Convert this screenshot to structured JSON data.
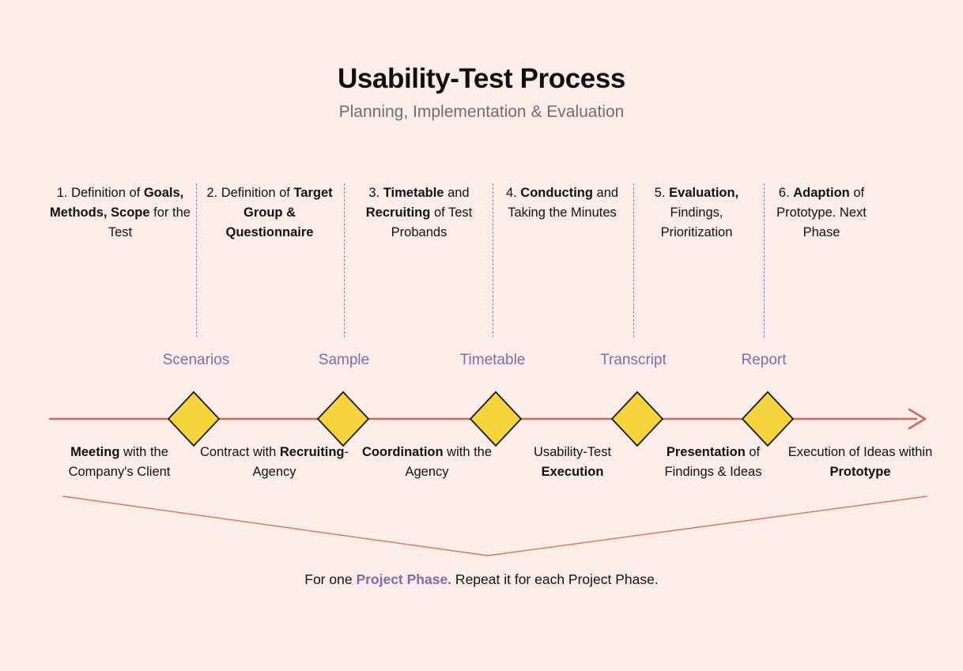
{
  "header": {
    "title": "Usability-Test Process",
    "subtitle": "Planning, Implementation & Evaluation"
  },
  "colors": {
    "background": "#fcede9",
    "title": "#0f0f11",
    "subtitle": "#6e6e73",
    "accent_purple": "#7e6dad",
    "timeline": "#cc6a57",
    "diamond_fill": "#f7d33c",
    "diamond_stroke": "#1b1b1b",
    "dashed_separator": "#8a7ab5"
  },
  "steps": [
    {
      "number": "1.",
      "parts": [
        {
          "text": "1. Definition of ",
          "bold": false
        },
        {
          "text": "Goals, Methods, Scope ",
          "bold": true
        },
        {
          "text": "for the Test",
          "bold": false
        }
      ],
      "plain": "1. Definition of Goals, Methods, Scope for the Test"
    },
    {
      "number": "2.",
      "parts": [
        {
          "text": "2. Definition of ",
          "bold": false
        },
        {
          "text": "Target Group & Questionnaire",
          "bold": true
        }
      ],
      "plain": "2. Definition of Target Group & Questionnaire"
    },
    {
      "number": "3.",
      "parts": [
        {
          "text": "3. ",
          "bold": false
        },
        {
          "text": "Timetable ",
          "bold": true
        },
        {
          "text": "and ",
          "bold": false
        },
        {
          "text": "Recruiting ",
          "bold": true
        },
        {
          "text": "of Test Probands",
          "bold": false
        }
      ],
      "plain": "3. Timetable and Recruiting of Test Probands"
    },
    {
      "number": "4.",
      "parts": [
        {
          "text": "4. ",
          "bold": false
        },
        {
          "text": "Conducting ",
          "bold": true
        },
        {
          "text": "and Taking the Minutes",
          "bold": false
        }
      ],
      "plain": "4. Conducting and Taking the Minutes"
    },
    {
      "number": "5.",
      "parts": [
        {
          "text": "5. ",
          "bold": false
        },
        {
          "text": "Evaluation, ",
          "bold": true
        },
        {
          "text": "Findings, Prioritization",
          "bold": false
        }
      ],
      "plain": "5. Evaluation, Findings, Prioritization"
    },
    {
      "number": "6.",
      "parts": [
        {
          "text": "6. ",
          "bold": false
        },
        {
          "text": "Adaption ",
          "bold": true
        },
        {
          "text": "of Prototype. Next Phase",
          "bold": false
        }
      ],
      "plain": "6. Adaption of Prototype. Next Phase"
    }
  ],
  "deliverables": [
    {
      "label": "Scenarios"
    },
    {
      "label": "Sample"
    },
    {
      "label": "Timetable"
    },
    {
      "label": "Transcript"
    },
    {
      "label": "Report"
    }
  ],
  "activities": [
    {
      "parts": [
        {
          "text": "Meeting ",
          "bold": true
        },
        {
          "text": "with the Company's Client",
          "bold": false
        }
      ],
      "plain": "Meeting with the Company's Client"
    },
    {
      "parts": [
        {
          "text": "Contract with ",
          "bold": false
        },
        {
          "text": "Recruiting",
          "bold": true
        },
        {
          "text": "-Agency",
          "bold": false
        }
      ],
      "plain": "Contract with Recruiting-Agency"
    },
    {
      "parts": [
        {
          "text": "Coordination ",
          "bold": true
        },
        {
          "text": "with the Agency",
          "bold": false
        }
      ],
      "plain": "Coordination with the Agency"
    },
    {
      "parts": [
        {
          "text": "Usability-Test ",
          "bold": false
        },
        {
          "text": "Execution",
          "bold": true
        }
      ],
      "plain": "Usability-Test Execution"
    },
    {
      "parts": [
        {
          "text": "Presentation ",
          "bold": true
        },
        {
          "text": "of Findings & Ideas",
          "bold": false
        }
      ],
      "plain": "Presentation of Findings & Ideas"
    },
    {
      "parts": [
        {
          "text": "Execution of Ideas within ",
          "bold": false
        },
        {
          "text": "Prototype",
          "bold": true
        }
      ],
      "plain": "Execution of Ideas within Prototype"
    }
  ],
  "footer": {
    "lead": "For one ",
    "accent": "Project Phase.",
    "tail": " Repeat it for each Project Phase."
  },
  "icons": {
    "milestone": "diamond-milestone-icon",
    "arrow": "timeline-arrow-icon",
    "bracket": "phase-bracket-icon"
  }
}
